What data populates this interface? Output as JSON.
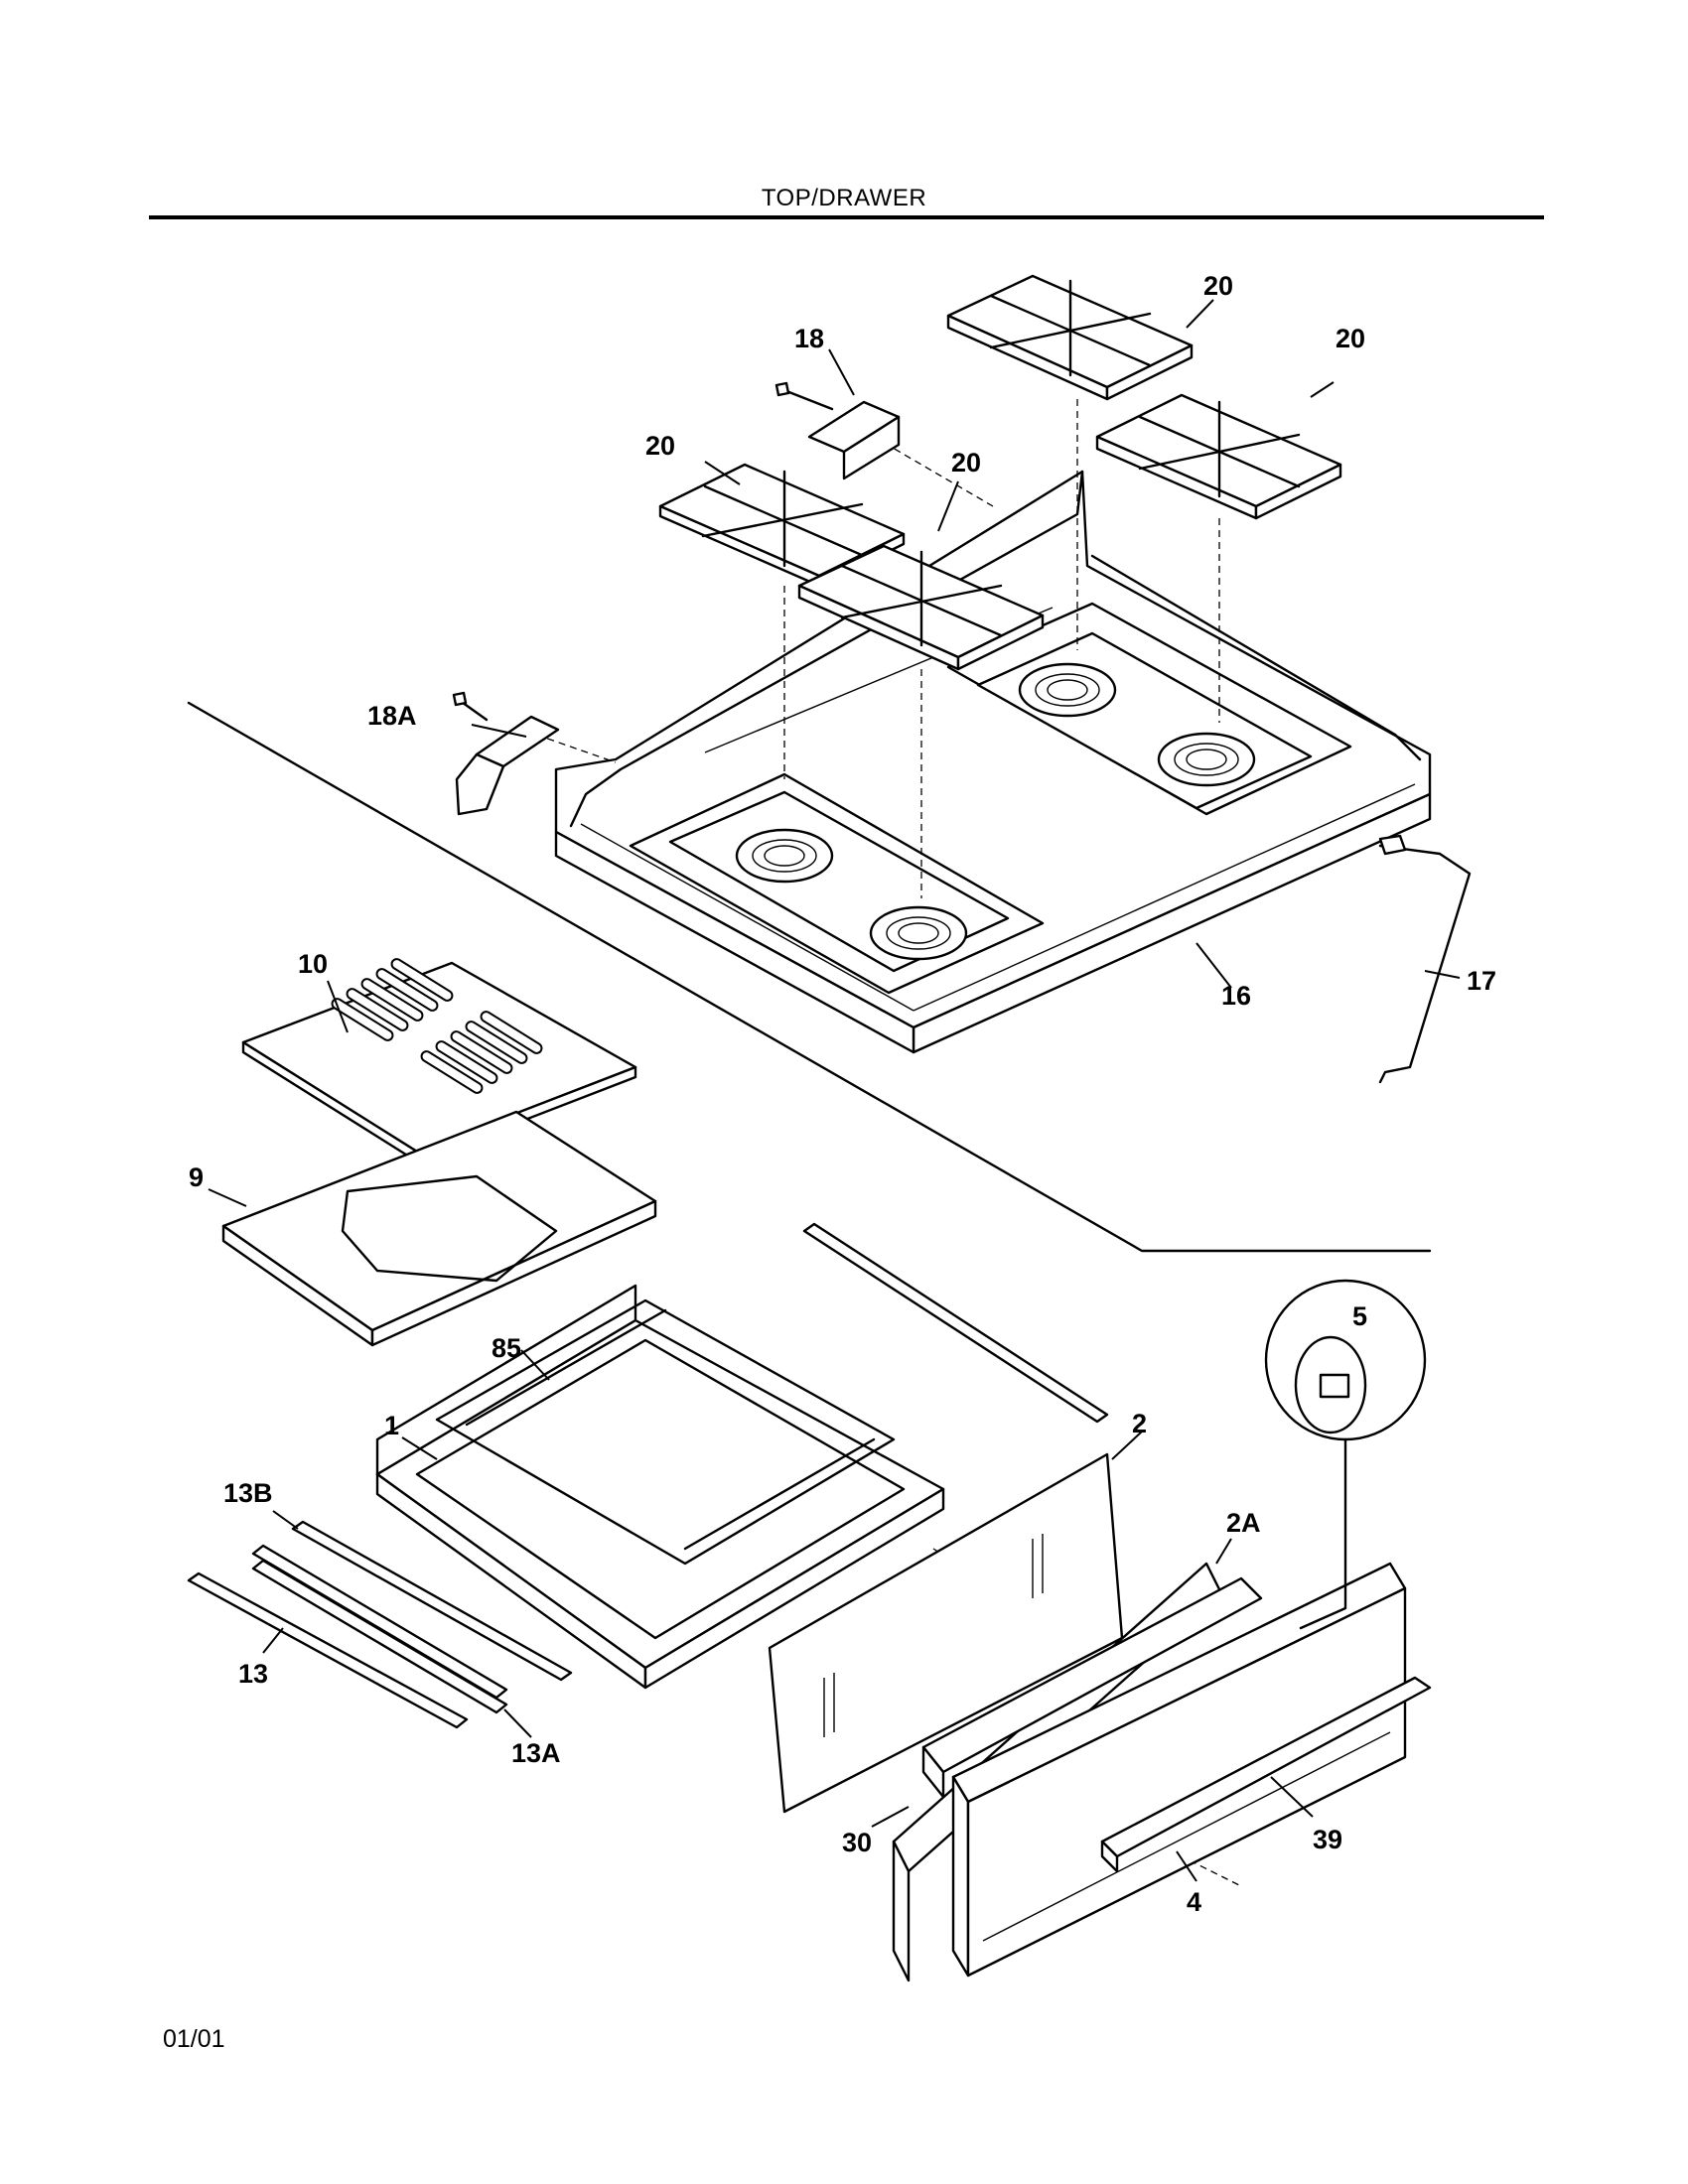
{
  "header": {
    "title": "TOP/DRAWER"
  },
  "footer": {
    "date": "01/01"
  },
  "callouts": {
    "c1": "1",
    "c2": "2",
    "c2a": "2A",
    "c4": "4",
    "c5": "5",
    "c9": "9",
    "c10": "10",
    "c13": "13",
    "c13a": "13A",
    "c13b": "13B",
    "c16": "16",
    "c17": "17",
    "c18": "18",
    "c18a": "18A",
    "c20a": "20",
    "c20b": "20",
    "c20c": "20",
    "c20d": "20",
    "c30": "30",
    "c39": "39",
    "c85": "85"
  }
}
